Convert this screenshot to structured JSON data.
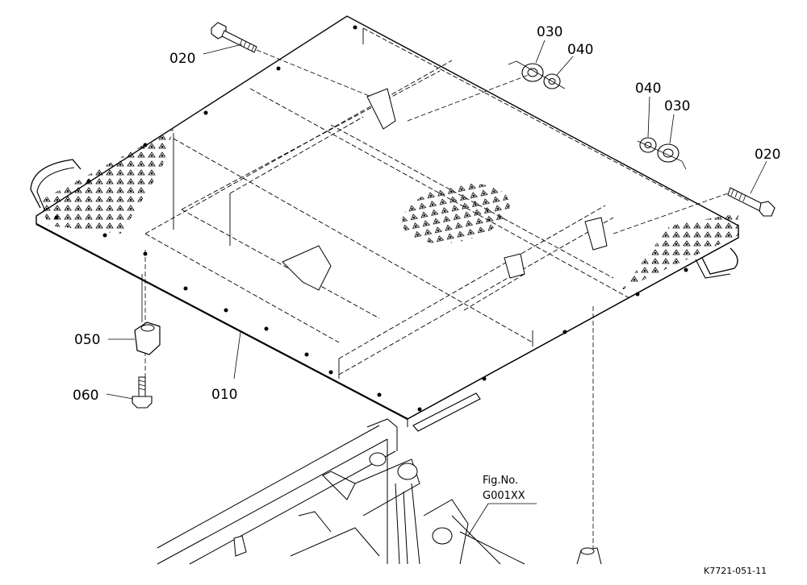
{
  "callouts": {
    "c010": "010",
    "c020_left": "020",
    "c020_right": "020",
    "c030_top": "030",
    "c040_top": "040",
    "c040_right": "040",
    "c030_right": "030",
    "c050": "050",
    "c060": "060"
  },
  "figure_ref": {
    "line1": "Fig.No.",
    "line2": "G001XX"
  },
  "drawing_code": "K7721-051-11"
}
